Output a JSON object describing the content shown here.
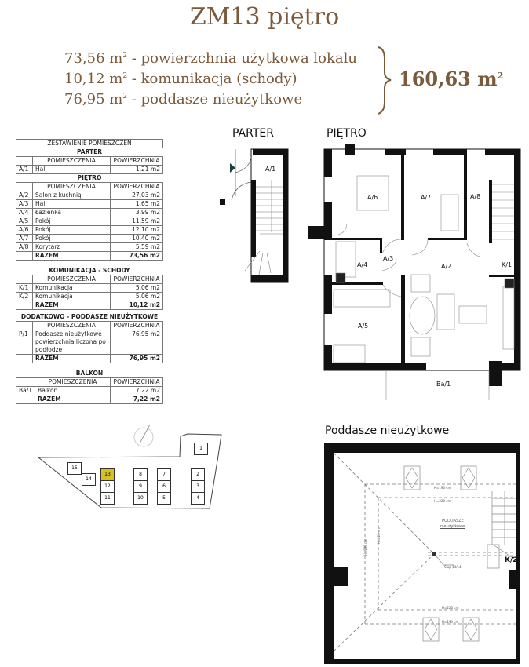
{
  "title": "ZM13 piętro",
  "summary": {
    "lines": [
      {
        "value": "73,56 m",
        "desc": " - powierzchnia użytkowa lokalu"
      },
      {
        "value": "10,12 m",
        "desc": " - komunikacja (schody)"
      },
      {
        "value": "76,95 m",
        "desc": " - poddasze nieużytkowe"
      }
    ],
    "sup": "2",
    "total": "160,63 m"
  },
  "table": {
    "title": "ZESTAWIENIE POMIESZCZEŃ",
    "col1": "POMIESZCZENIA",
    "col2": "POWIERZCHNIA",
    "parter": {
      "heading": "PARTER",
      "rows": [
        [
          "A/1",
          "Hall",
          "1,21 m2"
        ]
      ]
    },
    "pietro": {
      "heading": "PIĘTRO",
      "rows": [
        [
          "A/2",
          "Salon z kuchnią",
          "27,03 m2"
        ],
        [
          "A/3",
          "Hall",
          "1,65 m2"
        ],
        [
          "A/4",
          "Łazienka",
          "3,99 m2"
        ],
        [
          "A/5",
          "Pokój",
          "11,59 m2"
        ],
        [
          "A/6",
          "Pokój",
          "12,10 m2"
        ],
        [
          "A/7",
          "Pokój",
          "10,40 m2"
        ],
        [
          "A/8",
          "Korytarz",
          "5,59 m2"
        ]
      ],
      "total_label": "RAZEM",
      "total": "73,56 m2"
    },
    "komunikacja": {
      "heading": "KOMUNIKACJA - SCHODY",
      "rows": [
        [
          "K/1",
          "Komunikacja",
          "5,06 m2"
        ],
        [
          "K/2",
          "Komunikacja",
          "5,06 m2"
        ]
      ],
      "total_label": "RAZEM",
      "total": "10,12 m2"
    },
    "poddasze": {
      "heading": "DODATKOWO - PODDASZE NIEUŻYTKOWE",
      "rows": [
        [
          "P/1",
          "Poddasze nieużytkowe powierzchnia liczona po podłodze",
          "76,95 m2"
        ]
      ],
      "total_label": "RAZEM",
      "total": "76,95 m2"
    },
    "balkon": {
      "heading": "BALKON",
      "rows": [
        [
          "Ba/1",
          "Balkon",
          "7,22 m2"
        ]
      ],
      "total_label": "RAZEM",
      "total": "7,22 m2"
    }
  },
  "plans": {
    "parter_title": "PARTER",
    "pietro_title": "PIĘTRO",
    "rooms": {
      "a1": "A/1",
      "a2": "A/2",
      "a3": "A/3",
      "a4": "A/4",
      "a5": "A/5",
      "a6": "A/6",
      "a7": "A/7",
      "a8": "A/8",
      "k1": "K/1",
      "ba1": "Ba/1"
    },
    "attic_title": "Poddasze nieużytkowe",
    "attic": {
      "label1": "PODDASZE",
      "label2": "nieużytkowe",
      "post": "Słup 14/14",
      "k2": "K/2",
      "h190_top": "H=190 cm",
      "h220_top": "H=220 cm",
      "h220_bottom": "H=220 cm",
      "h190_bottom": "H=190 cm",
      "h190_side": "H=190 cm",
      "h220_side": "H=220 cm"
    }
  },
  "site": {
    "units": [
      "1",
      "2",
      "3",
      "4",
      "5",
      "6",
      "7",
      "8",
      "9",
      "10",
      "11",
      "12",
      "13",
      "14",
      "15"
    ],
    "highlight": "13",
    "highlight_color": "#d6c21e"
  },
  "colors": {
    "brown": "#7b5a3c"
  }
}
